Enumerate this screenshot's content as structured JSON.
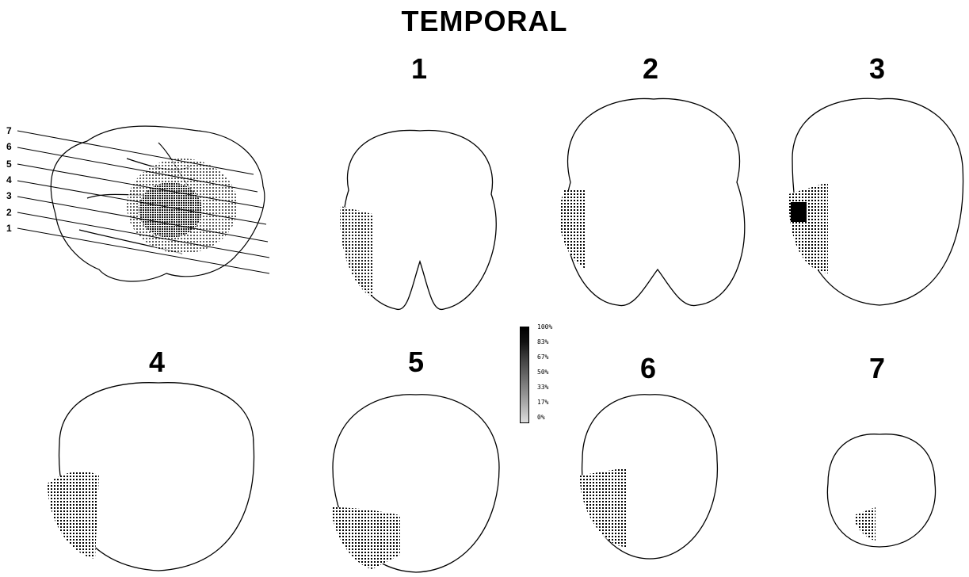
{
  "title": "TEMPORAL",
  "panels": [
    {
      "label": "1"
    },
    {
      "label": "2"
    },
    {
      "label": "3"
    },
    {
      "label": "4"
    },
    {
      "label": "5"
    },
    {
      "label": "6"
    },
    {
      "label": "7"
    }
  ],
  "lateral_view": {
    "slice_labels": [
      "7",
      "6",
      "5",
      "4",
      "3",
      "2",
      "1"
    ]
  },
  "legend": {
    "labels": [
      "100%",
      "83%",
      "67%",
      "50%",
      "33%",
      "17%",
      "0%"
    ]
  }
}
